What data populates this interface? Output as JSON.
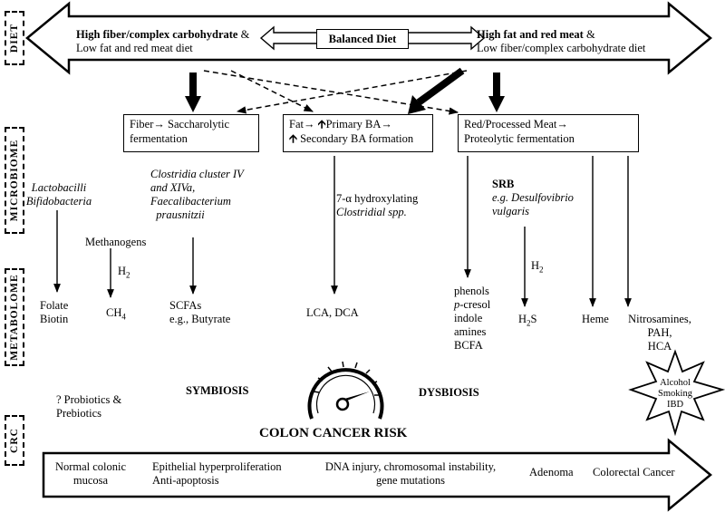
{
  "sections": {
    "diet": "DIET",
    "microbiome": "MICROBIOME",
    "metabolome": "METABOLOME",
    "crc": "CRC"
  },
  "diet": {
    "left_title": "High fiber/complex carbohydrate",
    "left_amp": " &",
    "left_sub": "Low fat and red meat diet",
    "center": "Balanced Diet",
    "right_title": "High fat and red meat",
    "right_amp": " &",
    "right_sub": "Low fiber/complex carbohydrate diet"
  },
  "boxes": {
    "fiber_a": "Fiber",
    "fiber_b": " Saccharolytic",
    "fiber_c": "fermentation",
    "fat_a": "Fat",
    "fat_b": "Primary BA",
    "fat_c": " Secondary BA formation",
    "meat_a": "Red/Processed Meat",
    "meat_b": "Proteolytic fermentation"
  },
  "microbes": {
    "lacto1": "Lactobacilli",
    "lacto2": "Bifidobacteria",
    "methanogens": "Methanogens",
    "clostridia1": "Clostridia cluster IV",
    "clostridia2": "and XIVa,",
    "clostridia3": "Faecalibacterium",
    "clostridia4": "prausnitzii",
    "hydrox1": "7-α hydroxylating",
    "hydrox2": "Clostridial spp.",
    "srb": "SRB",
    "srb_e1": "e.g. Desulfovibrio",
    "srb_e2": "vulgaris",
    "h2_left": "H",
    "h2_right": "H"
  },
  "metabolites": {
    "folate": "Folate",
    "biotin": "Biotin",
    "ch4": "CH",
    "scfa1": "SCFAs",
    "scfa2": "e.g., Butyrate",
    "lca": "LCA, DCA",
    "phenols": "phenols",
    "pcresol_p": "p",
    "pcresol": "-cresol",
    "indole": "indole",
    "amines": "amines",
    "bcfa": "BCFA",
    "h2s_a": "H",
    "h2s_b": "S",
    "heme": "Heme",
    "nitro1": "Nitrosamines,",
    "nitro2": "PAH,",
    "nitro3": "HCA"
  },
  "crc": {
    "probiotics1": "? Probiotics &",
    "probiotics2": "Prebiotics",
    "symbiosis": "SYMBIOSIS",
    "dysbiosis": "DYSBIOSIS",
    "risk": "COLON CANCER RISK",
    "burst1": "Alcohol",
    "burst2": "Smoking",
    "burst3": "IBD",
    "stage1a": "Normal colonic",
    "stage1b": "mucosa",
    "stage2a": "Epithelial hyperproliferation",
    "stage2b": "Anti-apoptosis",
    "stage3a": "DNA injury, chromosomal instability,",
    "stage3b": "gene mutations",
    "stage4": "Adenoma",
    "stage5": "Colorectal Cancer"
  }
}
